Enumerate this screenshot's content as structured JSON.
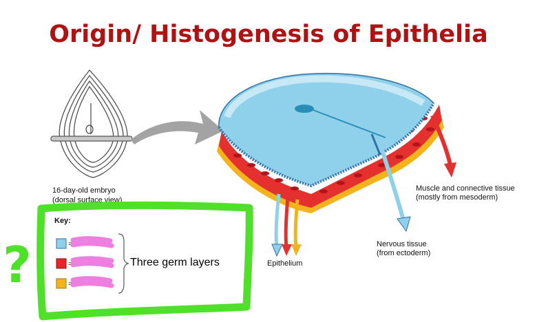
{
  "title": "Origin/ Histogenesis of Epithelia",
  "embryo_caption": [
    "16-day-old embryo",
    "(dorsal surface view)"
  ],
  "labels": {
    "muscle": [
      "Muscle and connective tissue",
      "(mostly from mesoderm)"
    ],
    "nervous": [
      "Nervous tissue",
      "(from ectoderm)"
    ],
    "epithelium": "Epithelium"
  },
  "key": {
    "title": "Key:",
    "swatches": [
      {
        "color": "#8fcfe8",
        "label": "="
      },
      {
        "color": "#e8262a",
        "label": "="
      },
      {
        "color": "#f2b31b",
        "label": "="
      }
    ],
    "brace_label": "Three germ layers"
  },
  "annotation": {
    "mark": "?",
    "box_color": "#4fe02a",
    "scribble_color": "#ee7ee0"
  }
}
